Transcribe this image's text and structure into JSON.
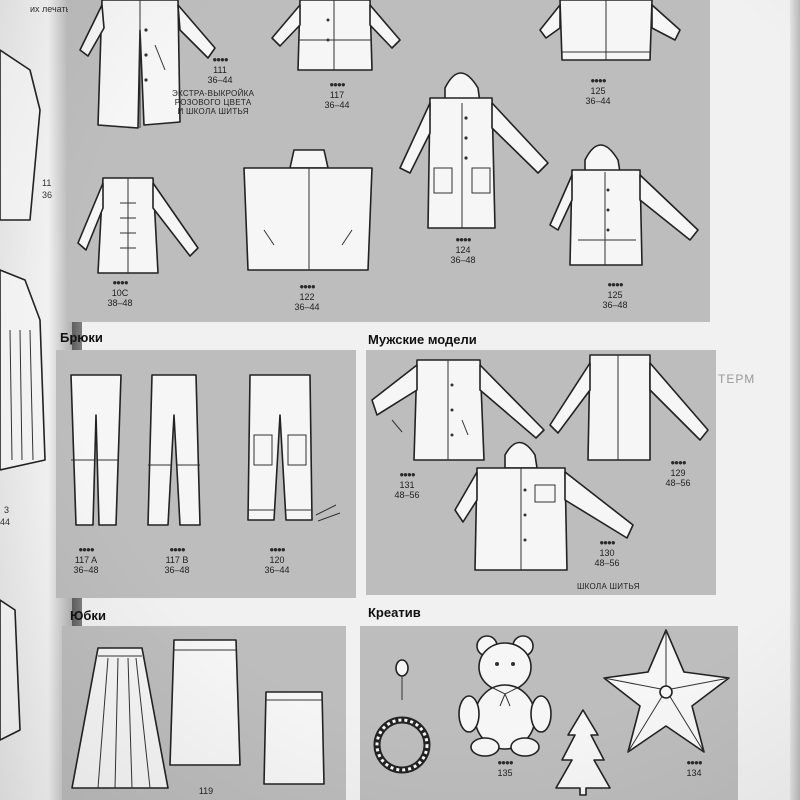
{
  "left_page": {
    "top_text": "их лечать",
    "labels": [
      "11",
      "36",
      "3",
      "44"
    ]
  },
  "top_section": {
    "items": [
      {
        "dots": "●●●●",
        "number": "111",
        "size": "36–44"
      },
      {
        "dots": "●●●●",
        "number": "117",
        "size": "36–44"
      },
      {
        "dots": "●●●●",
        "number": "125",
        "size": "36–44"
      },
      {
        "dots": "●●●●",
        "number": "124",
        "size": "36–48"
      },
      {
        "dots": "●●●●",
        "number": "10C",
        "size": "38–48"
      },
      {
        "dots": "●●●●",
        "number": "122",
        "size": "36–44"
      },
      {
        "dots": "●●●●",
        "number": "125",
        "size": "36–48"
      }
    ],
    "caption_lines": [
      "ЭКСТРА-ВЫКРОЙКА",
      "РОЗОВОГО ЦВЕТА",
      "И ШКОЛА ШИТЬЯ"
    ]
  },
  "pants": {
    "heading": "Брюки",
    "items": [
      {
        "dots": "●●●●",
        "number": "117 A",
        "size": "36–48"
      },
      {
        "dots": "●●●●",
        "number": "117 B",
        "size": "36–48"
      },
      {
        "dots": "●●●●",
        "number": "120",
        "size": "36–44"
      }
    ]
  },
  "men": {
    "heading": "Мужские модели",
    "items": [
      {
        "dots": "●●●●",
        "number": "131",
        "size": "48–56"
      },
      {
        "dots": "●●●●",
        "number": "129",
        "size": "48–56"
      },
      {
        "dots": "●●●●",
        "number": "130",
        "size": "48–56"
      }
    ],
    "caption": "ШКОЛА ШИТЬЯ",
    "side_text": "ТЕРМ"
  },
  "skirts": {
    "heading": "Юбки",
    "items": [
      {
        "number": "119"
      }
    ]
  },
  "creative": {
    "heading": "Креатив",
    "items": [
      {
        "dots": "●●●●",
        "number": "135"
      },
      {
        "dots": "●●●●",
        "number": "134"
      }
    ]
  }
}
